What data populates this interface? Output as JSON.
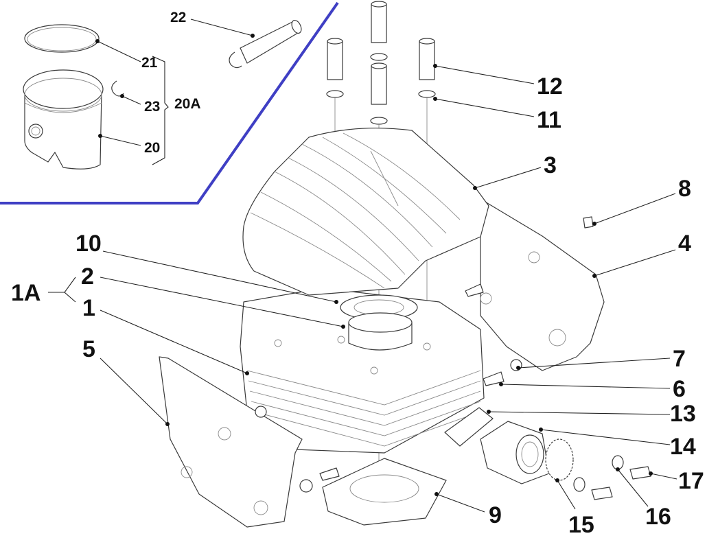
{
  "colors": {
    "inset_border": "#3f3fc4",
    "ink": "#111111",
    "line": "#3a3a3a"
  },
  "labels": {
    "l1": "1",
    "l1A": "1A",
    "l2": "2",
    "l3": "3",
    "l4": "4",
    "l5": "5",
    "l6": "6",
    "l7": "7",
    "l8": "8",
    "l9": "9",
    "l10": "10",
    "l11": "11",
    "l12": "12",
    "l13": "13",
    "l14": "14",
    "l15": "15",
    "l16": "16",
    "l17": "17",
    "l20": "20",
    "l20A": "20A",
    "l21": "21",
    "l22": "22",
    "l23": "23"
  }
}
